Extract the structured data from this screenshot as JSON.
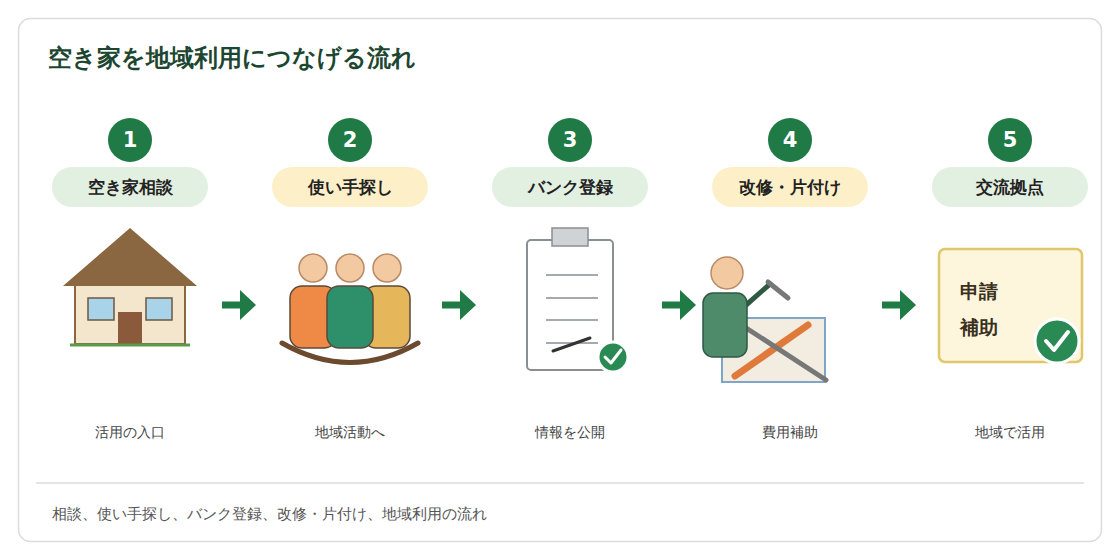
{
  "diagram": {
    "title": "空き家を地域利用につなげる流れ",
    "caption": "相談、使い手探し、バンク登録、改修・片付け、地域利用の流れ",
    "nodes": [
      {
        "text": [
          "1"
        ]
      },
      {
        "text": [
          "空き家相談"
        ]
      },
      {
        "text": [
          "活用の入口"
        ]
      },
      {
        "text": [
          "2"
        ]
      },
      {
        "text": [
          "使い手探し"
        ]
      },
      {
        "text": [
          "地域活動へ"
        ]
      },
      {
        "text": [
          "3"
        ]
      },
      {
        "text": [
          "バンク登録"
        ]
      },
      {
        "text": [
          "情報を公開"
        ]
      },
      {
        "text": [
          "4"
        ]
      },
      {
        "text": [
          "改修・片付け"
        ]
      },
      {
        "text": [
          "費用補助"
        ]
      },
      {
        "text": [
          "5"
        ]
      },
      {
        "text": [
          "交流拠点"
        ]
      },
      {
        "text": [
          "申請 補助",
          "地域で活用"
        ]
      }
    ],
    "edges": [
      {
        "from": 2,
        "to": 5,
        "arrow": "to"
      },
      {
        "from": 5,
        "to": 8,
        "arrow": "to"
      },
      {
        "from": 8,
        "to": 11,
        "arrow": "to"
      },
      {
        "from": 11,
        "to": 14,
        "arrow": "to"
      }
    ]
  }
}
